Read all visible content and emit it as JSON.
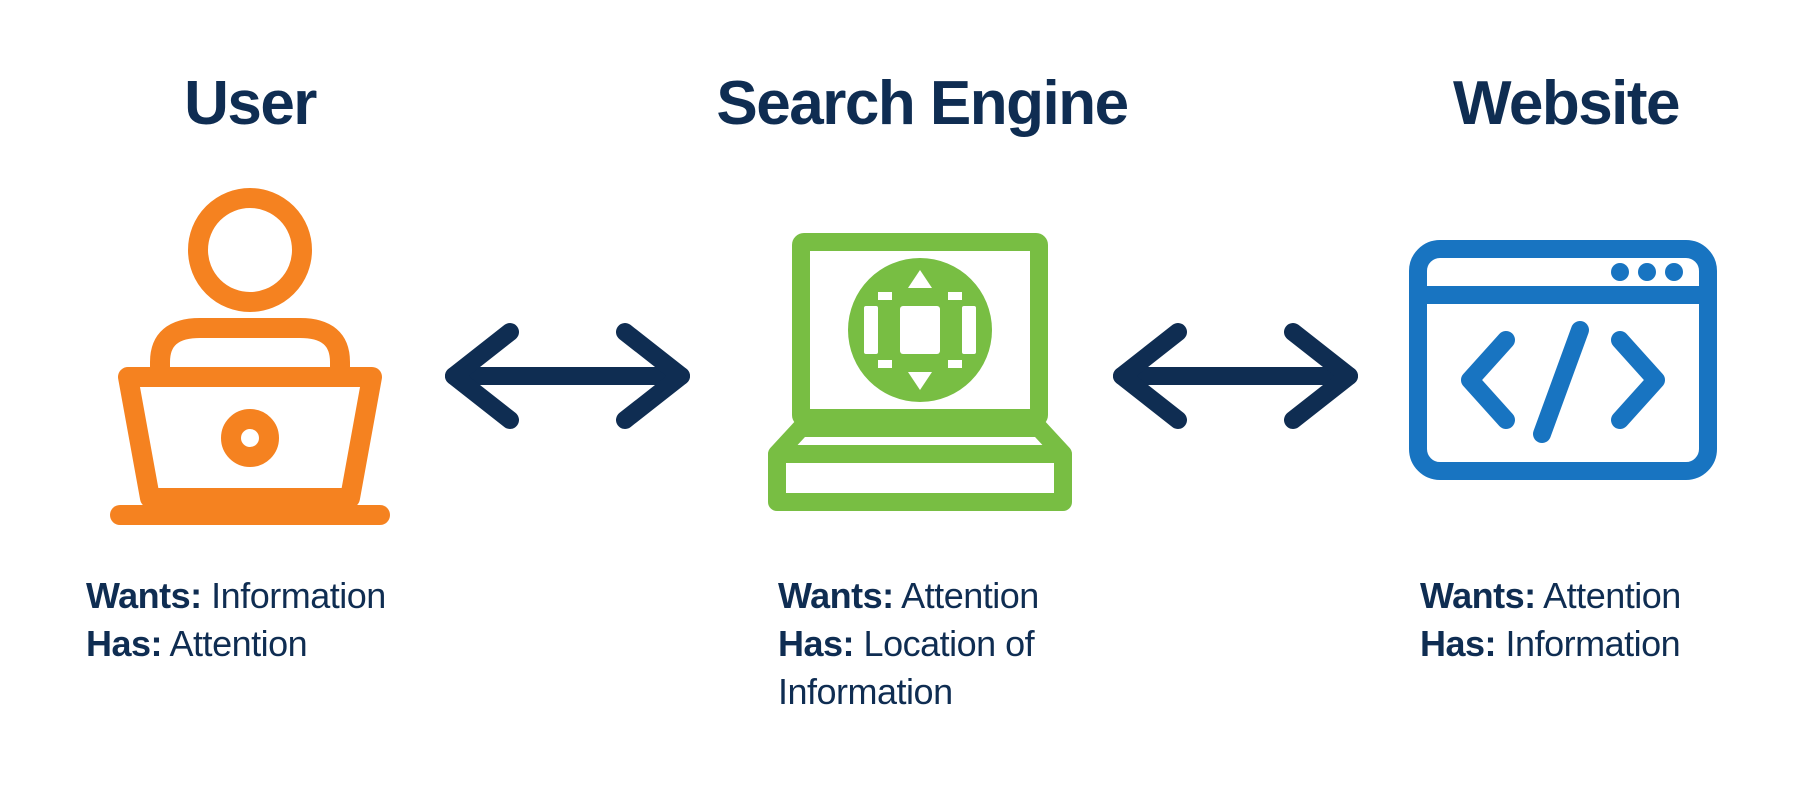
{
  "columns": [
    {
      "title": "User",
      "wants_label": "Wants:",
      "wants_value": "Information",
      "has_label": "Has:",
      "has_value": "Attention",
      "icon": "person-laptop-icon",
      "color": "#f58220"
    },
    {
      "title": "Search Engine",
      "wants_label": "Wants:",
      "wants_value": "Attention",
      "has_label": "Has:",
      "has_value": "Location of Information",
      "icon": "laptop-globe-icon",
      "color": "#78be43"
    },
    {
      "title": "Website",
      "wants_label": "Wants:",
      "wants_value": "Attention",
      "has_label": "Has:",
      "has_value": "Information",
      "icon": "browser-code-icon",
      "color": "#1874c1"
    }
  ],
  "arrows": [
    {
      "icon": "double-arrow-icon",
      "color": "#0f2d52"
    },
    {
      "icon": "double-arrow-icon",
      "color": "#0f2d52"
    }
  ],
  "text_color": "#0f2d52"
}
